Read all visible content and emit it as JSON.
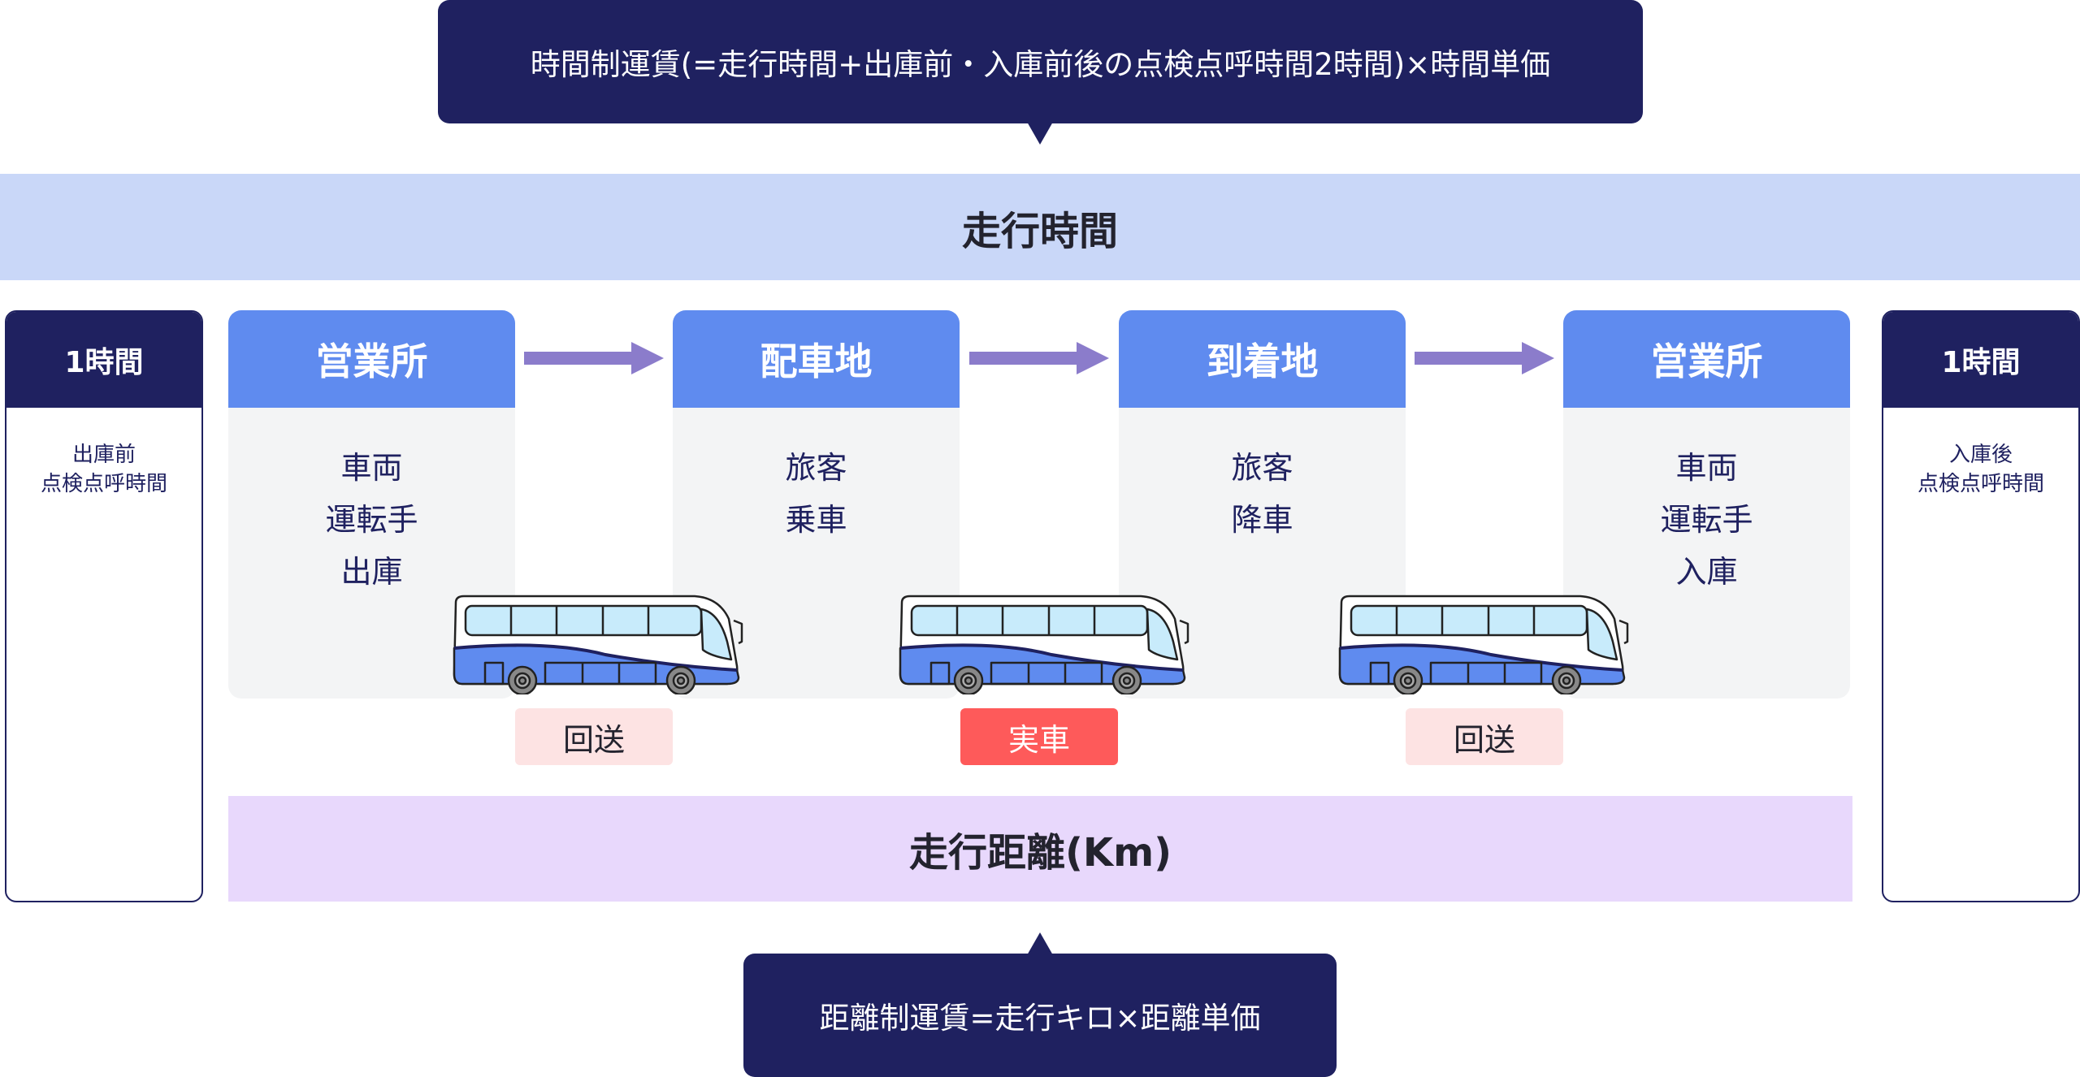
{
  "colors": {
    "navy": "#1f2160",
    "card_header": "#5f8bef",
    "card_body": "#f3f4f5",
    "time_band": "#c9d7f8",
    "distance_band": "#e8d8fc",
    "arrow": "#8b7ccb",
    "badge_deadhead": "#fde3e3",
    "badge_revenue": "#fe5a5a",
    "bus_blue": "#5f8bef",
    "bus_window": "#c8ebfb"
  },
  "time_formula": "時間制運賃(=走行時間+出庫前・入庫前後の点検点呼時間2時間)×時間単価",
  "distance_formula": "距離制運賃=走行キロ×距離単価",
  "time_band_label": "走行時間",
  "distance_band_label": "走行距離(Km)",
  "side_boxes": {
    "left": {
      "header": "1時間",
      "lines": [
        "出庫前",
        "点検点呼時間"
      ]
    },
    "right": {
      "header": "1時間",
      "lines": [
        "入庫後",
        "点検点呼時間"
      ]
    }
  },
  "stages": [
    {
      "title": "営業所",
      "lines": [
        "車両",
        "運転手",
        "出庫"
      ]
    },
    {
      "title": "配車地",
      "lines": [
        "旅客",
        "乗車"
      ]
    },
    {
      "title": "到着地",
      "lines": [
        "旅客",
        "降車"
      ]
    },
    {
      "title": "営業所",
      "lines": [
        "車両",
        "運転手",
        "入庫"
      ]
    }
  ],
  "arrows": [
    "arrow-right-icon",
    "arrow-right-icon",
    "arrow-right-icon"
  ],
  "segments": [
    {
      "label": "回送",
      "type": "deadhead"
    },
    {
      "label": "実車",
      "type": "revenue"
    },
    {
      "label": "回送",
      "type": "deadhead"
    }
  ]
}
